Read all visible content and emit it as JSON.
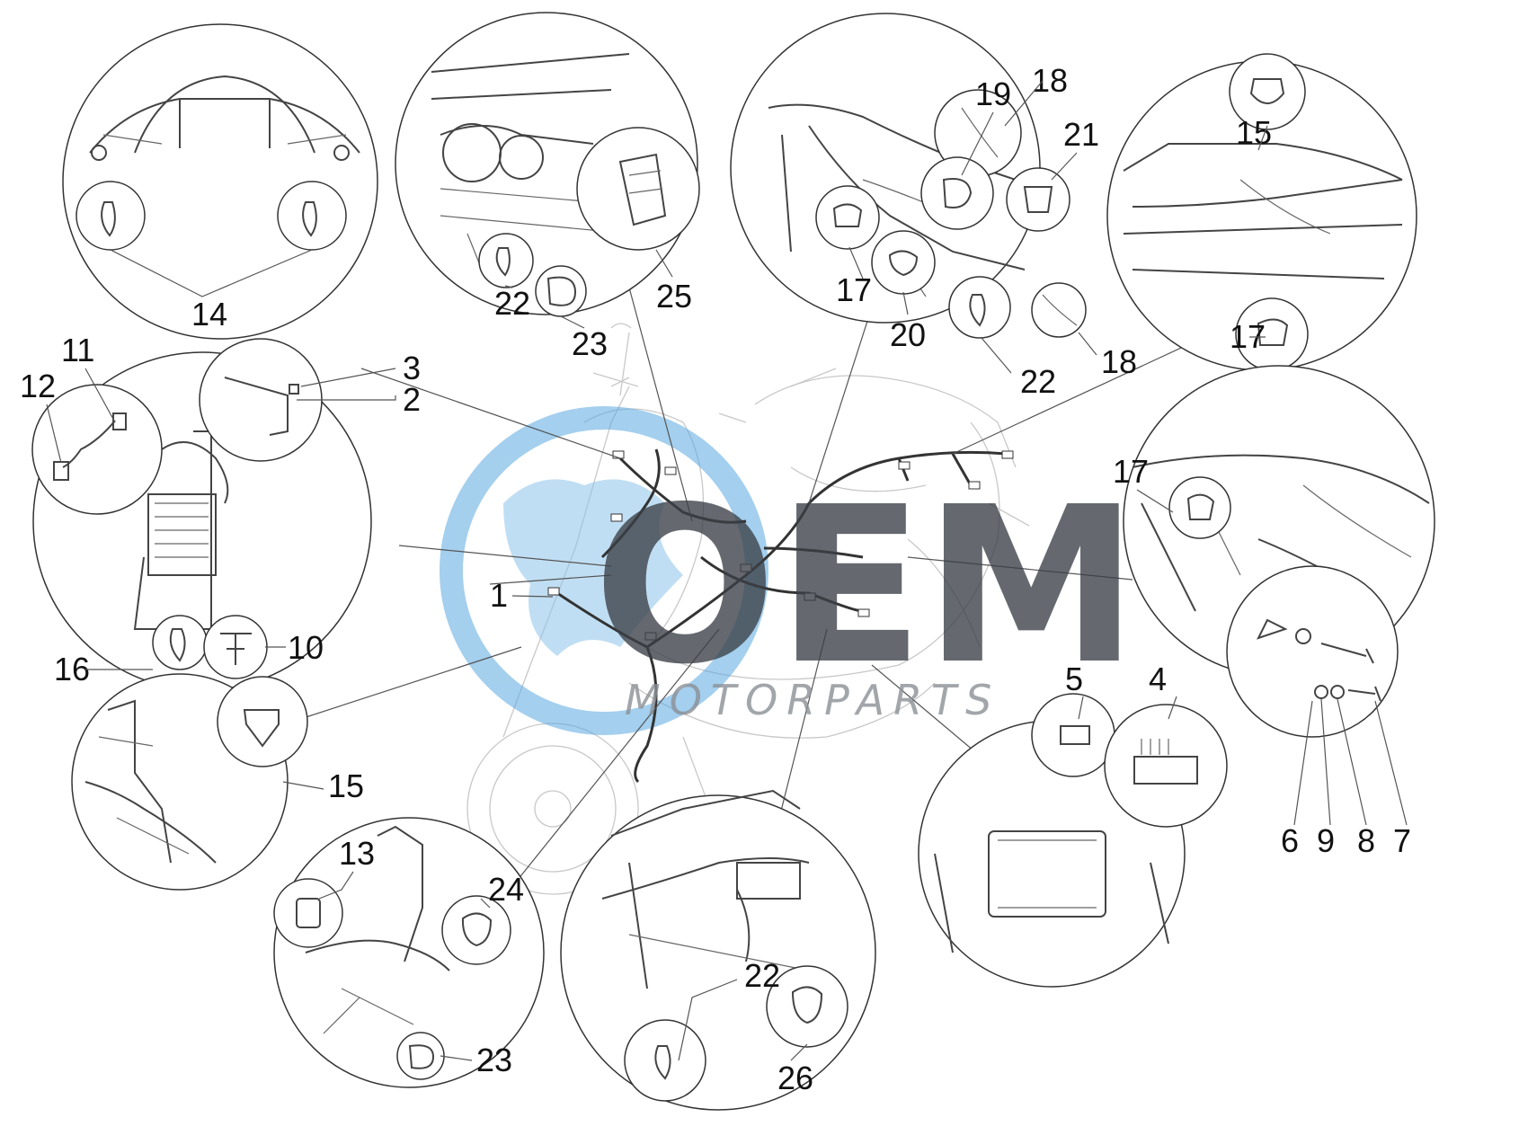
{
  "watermark": {
    "brand": "OEM",
    "subtitle": "MOTORPARTS",
    "colors": {
      "globe": "#5aa8e0",
      "letters": "#3b4047",
      "subtitle": "#8c9096"
    }
  },
  "callouts": {
    "n1": "1",
    "n2": "2",
    "n3": "3",
    "n4": "4",
    "n5": "5",
    "n6": "6",
    "n7": "7",
    "n8": "8",
    "n9": "9",
    "n10": "10",
    "n11": "11",
    "n12": "12",
    "n13": "13",
    "n14": "14",
    "n15a": "15",
    "n15b": "15",
    "n16": "16",
    "n17a": "17",
    "n17b": "17",
    "n17c": "17",
    "n18a": "18",
    "n18b": "18",
    "n19": "19",
    "n20": "20",
    "n21": "21",
    "n22a": "22",
    "n22b": "22",
    "n22c": "22",
    "n23a": "23",
    "n23b": "23",
    "n24": "24",
    "n25": "25",
    "n26": "26"
  }
}
